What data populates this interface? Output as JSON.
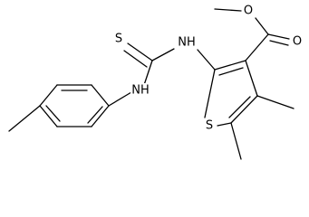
{
  "molecule": {
    "atom_labels": {
      "carbonyl_oxygen": "O",
      "ester_oxygen": "O",
      "thioamide_sulfur": "S",
      "ring_sulfur": "S",
      "thiourea_nh_right": "NH",
      "thiourea_nh_left": "NH"
    }
  }
}
